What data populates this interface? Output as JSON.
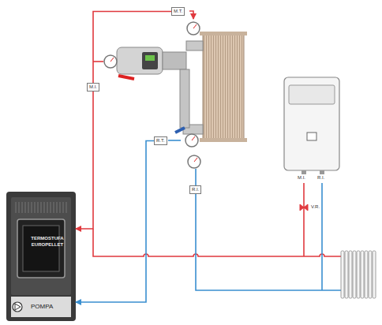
{
  "diagram": {
    "nodes": [
      {
        "text": [
          "TERMOSTUFA EUROPELLET",
          "POMPA"
        ]
      },
      {
        "text": [
          "M.I."
        ]
      },
      {
        "text": [
          "M.T."
        ]
      },
      {
        "text": [
          "R.T."
        ]
      },
      {
        "text": [
          "R.I."
        ]
      }
    ],
    "edges": [
      {
        "from": 1,
        "to": 0,
        "arrow": "to"
      },
      {
        "from": 1,
        "to": 2,
        "arrow": "none"
      },
      {
        "from": 3,
        "to": 0,
        "arrow": "to"
      }
    ],
    "labels": [
      "M.I.",
      "R.I.",
      "V.R."
    ]
  }
}
